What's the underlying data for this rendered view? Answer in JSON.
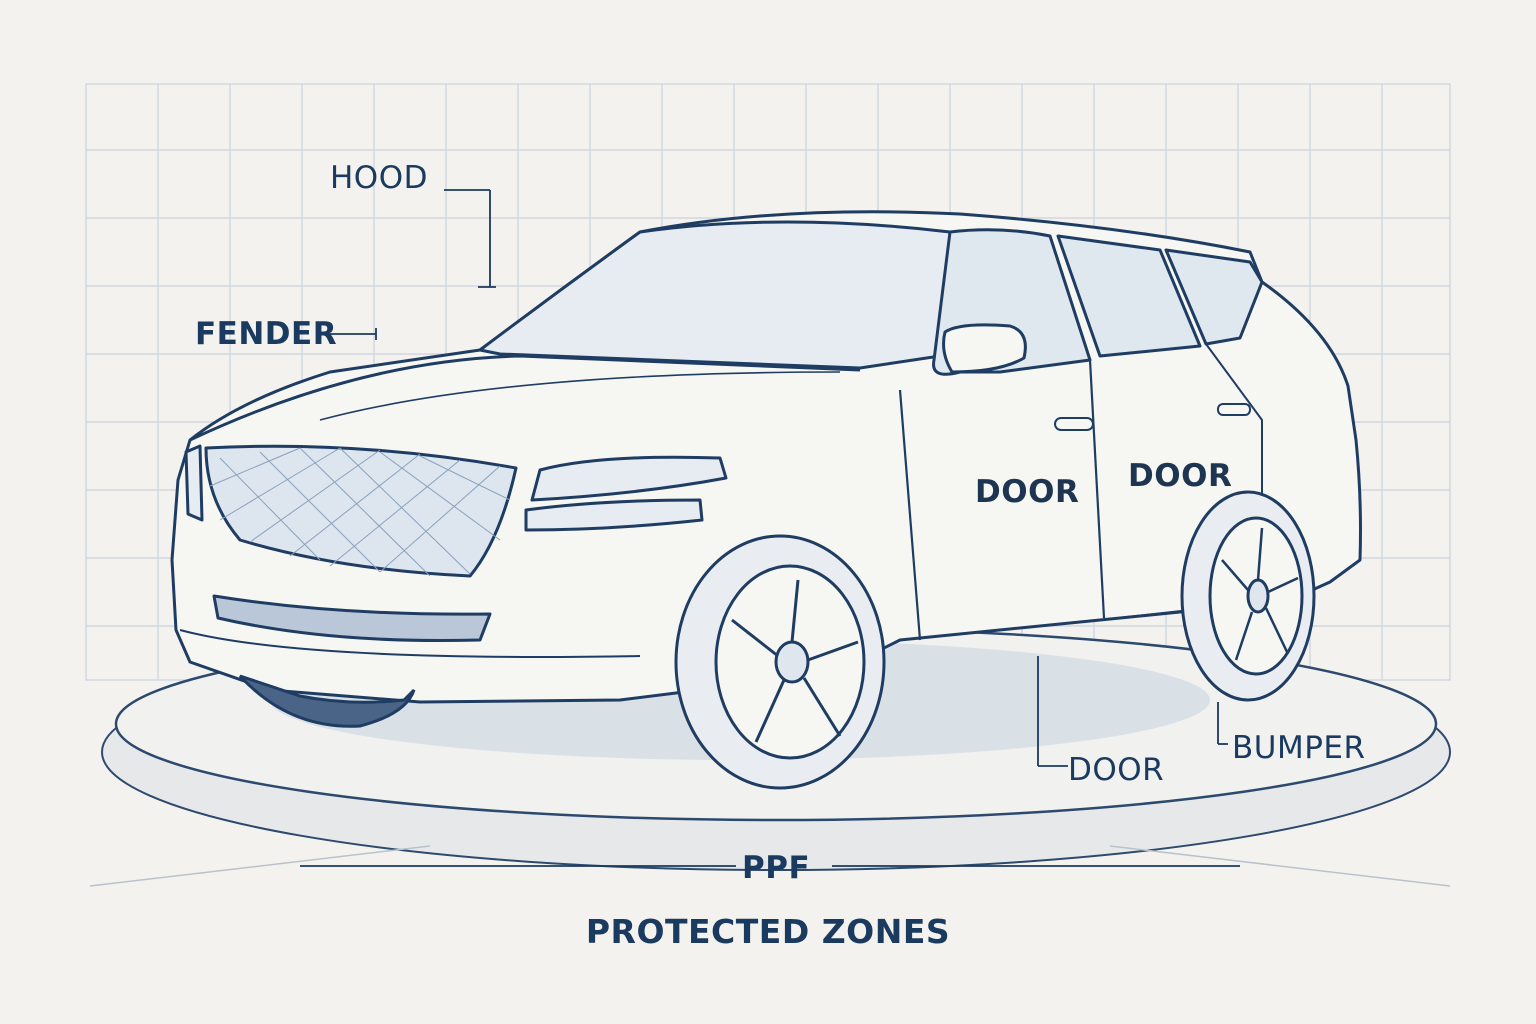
{
  "labels": {
    "hood": "HOOD",
    "fender": "FENDER",
    "door_front": "DOOR",
    "door_rear": "DOOR",
    "door_sill": "DOOR",
    "bumper": "BUMPER",
    "ppf": "PPF",
    "protected_zones": "PROTECTED ZONES"
  },
  "colors": {
    "background": "#f4f2ee",
    "ink": "#1b3a5f",
    "grid": "#c9d3df",
    "glass": "#d9e3ee"
  }
}
